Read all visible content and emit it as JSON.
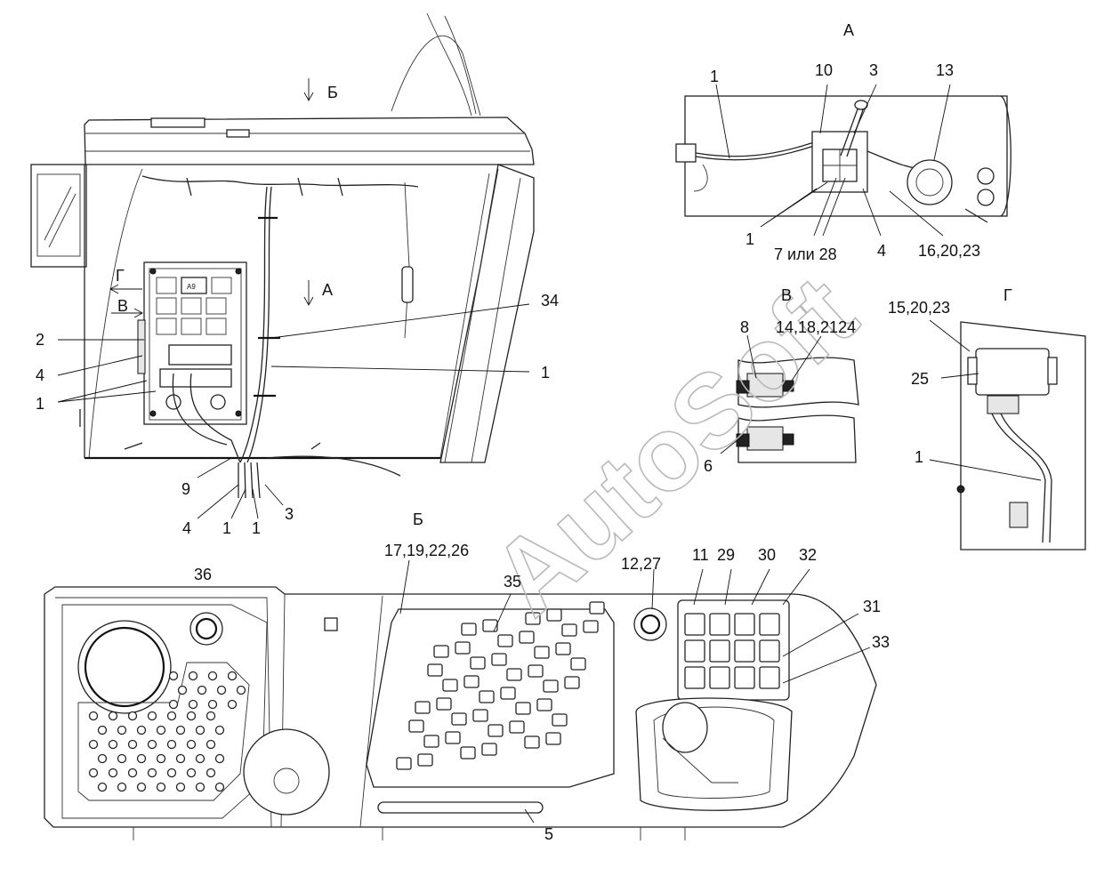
{
  "view_labels": {
    "a_top": "А",
    "v": "В",
    "g": "Г",
    "b": "Б"
  },
  "watermark": "AutoSoft",
  "callouts": {
    "c1_top": "1",
    "c10": "10",
    "c3_top": "3",
    "c13": "13",
    "c1a": "1",
    "c7_28": "7 или 28",
    "c4_top": "4",
    "c16_20_23": "16,20,23",
    "c8": "8",
    "c14_18_21_24": "14,18,2124",
    "c6": "6",
    "c15_20_23": "15,20,23",
    "c25": "25",
    "c1_g": "1",
    "c2": "2",
    "c4_left": "4",
    "c1_left": "1",
    "c34": "34",
    "c1_mid": "1",
    "c9": "9",
    "c4_bottom": "4",
    "c1_bottom_a": "1",
    "c1_bottom_b": "1",
    "c3_bottom": "3",
    "c36": "36",
    "c17_19_22_26": "17,19,22,26",
    "c35": "35",
    "c12_27": "12,27",
    "c11": "11",
    "c29": "29",
    "c30": "30",
    "c32": "32",
    "c31": "31",
    "c33": "33",
    "c5": "5"
  },
  "arrow_labels": {
    "b_top": "Б",
    "a_mid": "А",
    "g_left": "Г",
    "v_left": "В"
  }
}
